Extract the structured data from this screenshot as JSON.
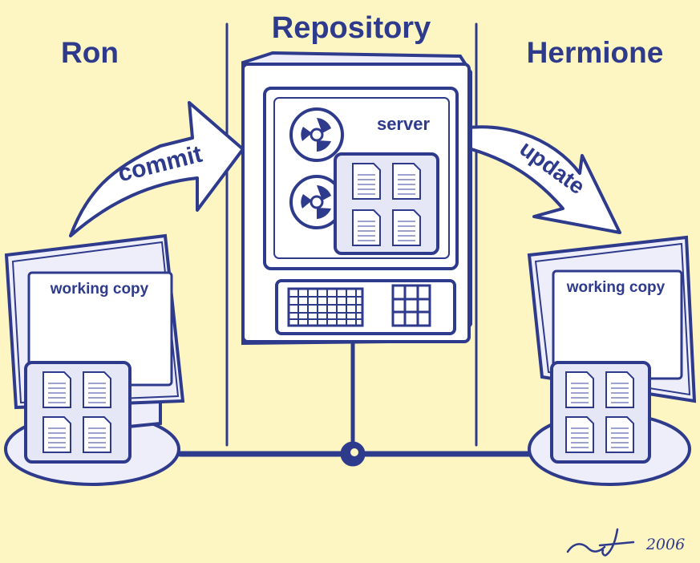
{
  "diagram": {
    "colors": {
      "background": "#fdf6c2",
      "ink": "#2e3a8c",
      "panel_fill": "#eeeefa",
      "paper": "#ffffff"
    },
    "actors": {
      "left": "Ron",
      "center": "Repository",
      "right": "Hermione"
    },
    "server_label": "server",
    "arrows": {
      "left": "commit",
      "right": "update"
    },
    "left_monitor": {
      "screen_label": "working copy",
      "files_icon": "document-stack-icon"
    },
    "right_monitor": {
      "screen_label": "working copy",
      "files_icon": "document-stack-icon"
    },
    "server_icons": [
      "reel-icon",
      "reel-icon"
    ],
    "signature": "~L 2006"
  }
}
